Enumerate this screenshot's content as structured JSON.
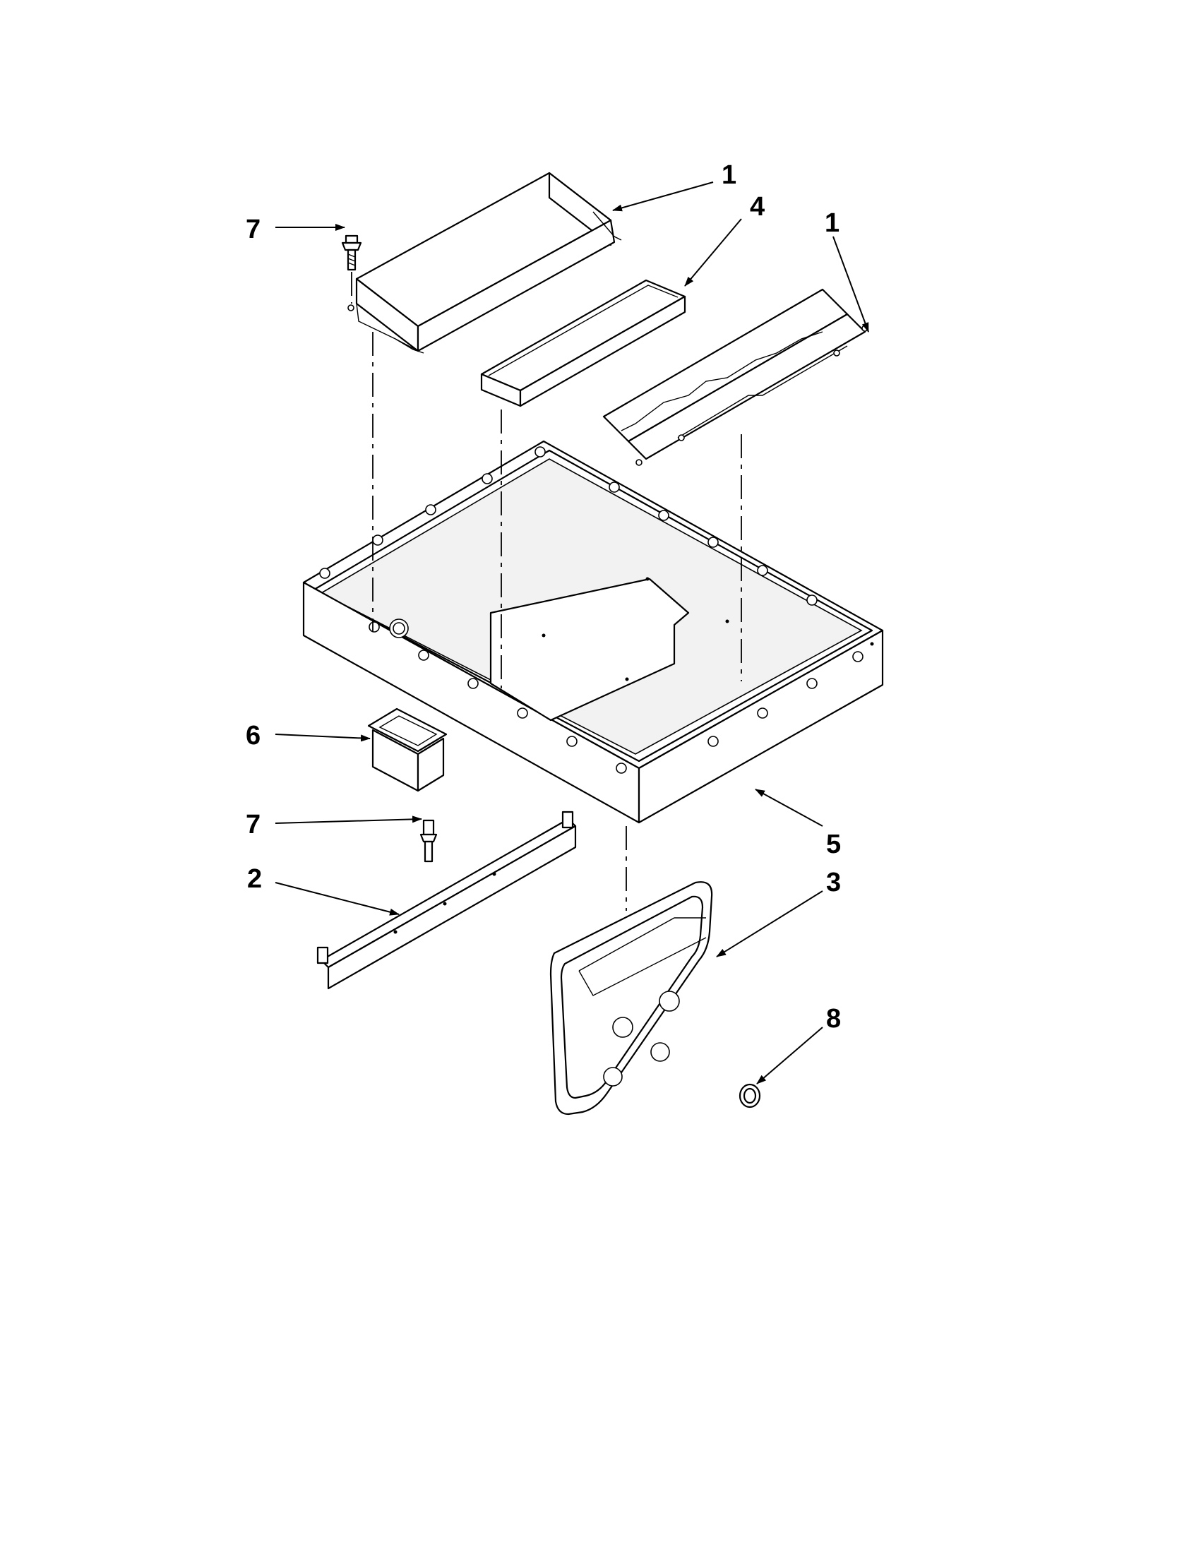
{
  "diagram": {
    "callouts": [
      {
        "id": "c-1a",
        "label": "1"
      },
      {
        "id": "c-4",
        "label": "4"
      },
      {
        "id": "c-1b",
        "label": "1"
      },
      {
        "id": "c-7a",
        "label": "7"
      },
      {
        "id": "c-6",
        "label": "6"
      },
      {
        "id": "c-7b",
        "label": "7"
      },
      {
        "id": "c-2",
        "label": "2"
      },
      {
        "id": "c-5",
        "label": "5"
      },
      {
        "id": "c-3",
        "label": "3"
      },
      {
        "id": "c-8",
        "label": "8"
      }
    ],
    "colors": {
      "line": "#000000",
      "background": "#ffffff"
    }
  }
}
